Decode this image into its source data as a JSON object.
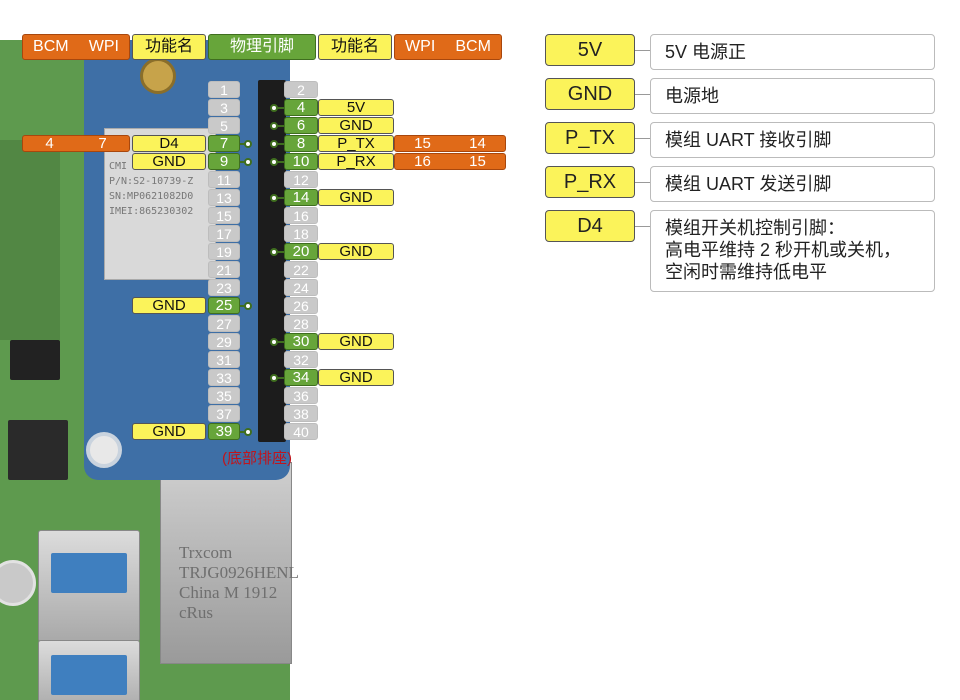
{
  "header": {
    "bcm_wpi_left": [
      "BCM",
      "WPI"
    ],
    "func_left": "功能名",
    "phys_pin": "物理引脚",
    "func_right": "功能名",
    "wpi_bcm_right": [
      "WPI",
      "BCM"
    ]
  },
  "pins": [
    {
      "odd": "1",
      "even": "2"
    },
    {
      "odd": "3",
      "even": "4",
      "even_active": true,
      "right_func": "5V"
    },
    {
      "odd": "5",
      "even": "6",
      "even_active": true,
      "right_func": "GND"
    },
    {
      "odd": "7",
      "odd_active": true,
      "left_func": "D4",
      "left_bcm": "4",
      "left_wpi": "7",
      "even": "8",
      "even_active": true,
      "right_func": "P_TX",
      "right_wpi": "15",
      "right_bcm": "14"
    },
    {
      "odd": "9",
      "odd_active": true,
      "left_func": "GND",
      "even": "10",
      "even_active": true,
      "right_func": "P_RX",
      "right_wpi": "16",
      "right_bcm": "15"
    },
    {
      "odd": "11",
      "even": "12"
    },
    {
      "odd": "13",
      "even": "14",
      "even_active": true,
      "right_func": "GND"
    },
    {
      "odd": "15",
      "even": "16"
    },
    {
      "odd": "17",
      "even": "18"
    },
    {
      "odd": "19",
      "even": "20",
      "even_active": true,
      "right_func": "GND"
    },
    {
      "odd": "21",
      "even": "22"
    },
    {
      "odd": "23",
      "even": "24"
    },
    {
      "odd": "25",
      "odd_active": true,
      "left_func": "GND",
      "even": "26"
    },
    {
      "odd": "27",
      "even": "28"
    },
    {
      "odd": "29",
      "even": "30",
      "even_active": true,
      "right_func": "GND"
    },
    {
      "odd": "31",
      "even": "32"
    },
    {
      "odd": "33",
      "even": "34",
      "even_active": true,
      "right_func": "GND"
    },
    {
      "odd": "35",
      "even": "36"
    },
    {
      "odd": "37",
      "even": "38"
    },
    {
      "odd": "39",
      "odd_active": true,
      "left_func": "GND",
      "even": "40"
    }
  ],
  "bottom_note": "(底部排座)",
  "legend": [
    {
      "key": "5V",
      "desc": "5V 电源正"
    },
    {
      "key": "GND",
      "desc": "电源地"
    },
    {
      "key": "P_TX",
      "desc": "模组 UART 接收引脚"
    },
    {
      "key": "P_RX",
      "desc": "模组 UART 发送引脚"
    },
    {
      "key": "D4",
      "desc": "模组开关机控制引脚：\n高电平维持 2 秒开机或关机，\n空闲时需维持低电平"
    }
  ],
  "board_text": {
    "module_label": "CMI\nP/N:S2-10739-Z\nSN:MP0621082D0\nIMEI:865230302",
    "eth_brand": "Trxcom\nTRJG0926HENL\nChina M 1912\ncRus"
  },
  "colors": {
    "yellow": "#fbf35a",
    "orange": "#e06a18",
    "green": "#67a53a",
    "grey": "#c9c9c9"
  }
}
